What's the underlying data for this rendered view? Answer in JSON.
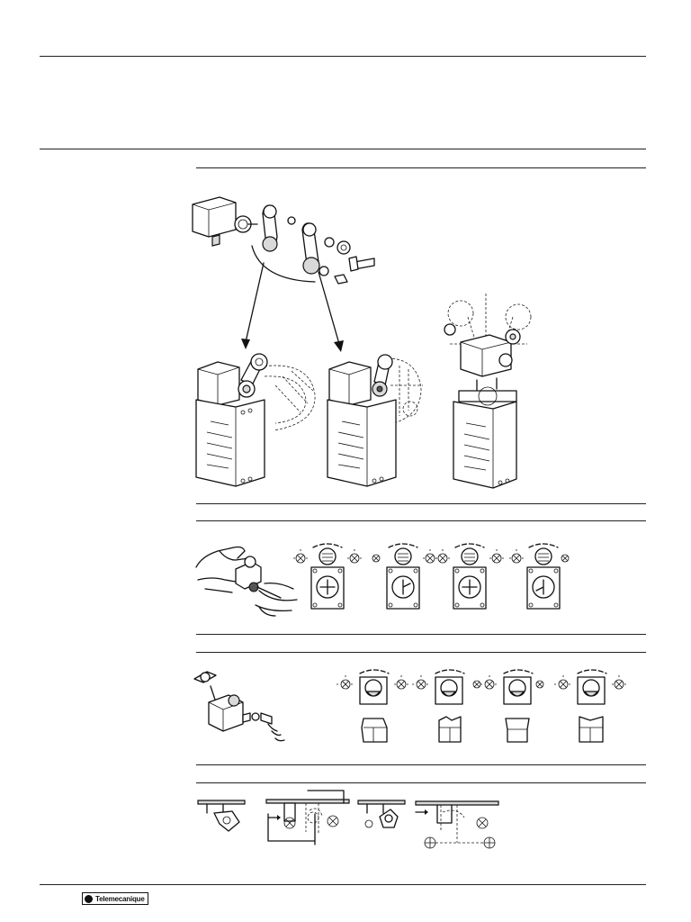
{
  "brand": {
    "logo_text": "Telemecanique"
  },
  "sections": [
    {
      "id": "assembly",
      "figures": [
        "exploded-lever-assembly",
        "switch-lever-front",
        "switch-lever-rear",
        "head-orientation-options"
      ]
    },
    {
      "id": "adjustment-screwdriver",
      "figures": [
        "hand-adjustment",
        "mode-dial-1",
        "mode-dial-2",
        "mode-dial-3",
        "mode-dial-4"
      ]
    },
    {
      "id": "adjustment-key",
      "figures": [
        "head-with-key",
        "mode-cam-1",
        "mode-cam-2",
        "mode-cam-3",
        "mode-cam-4"
      ]
    },
    {
      "id": "mounting",
      "figures": [
        "mount-1",
        "mount-2",
        "mount-3",
        "mount-4"
      ]
    }
  ],
  "icons": [
    "lamp-symbol-icon",
    "rotation-arrow-icon"
  ]
}
